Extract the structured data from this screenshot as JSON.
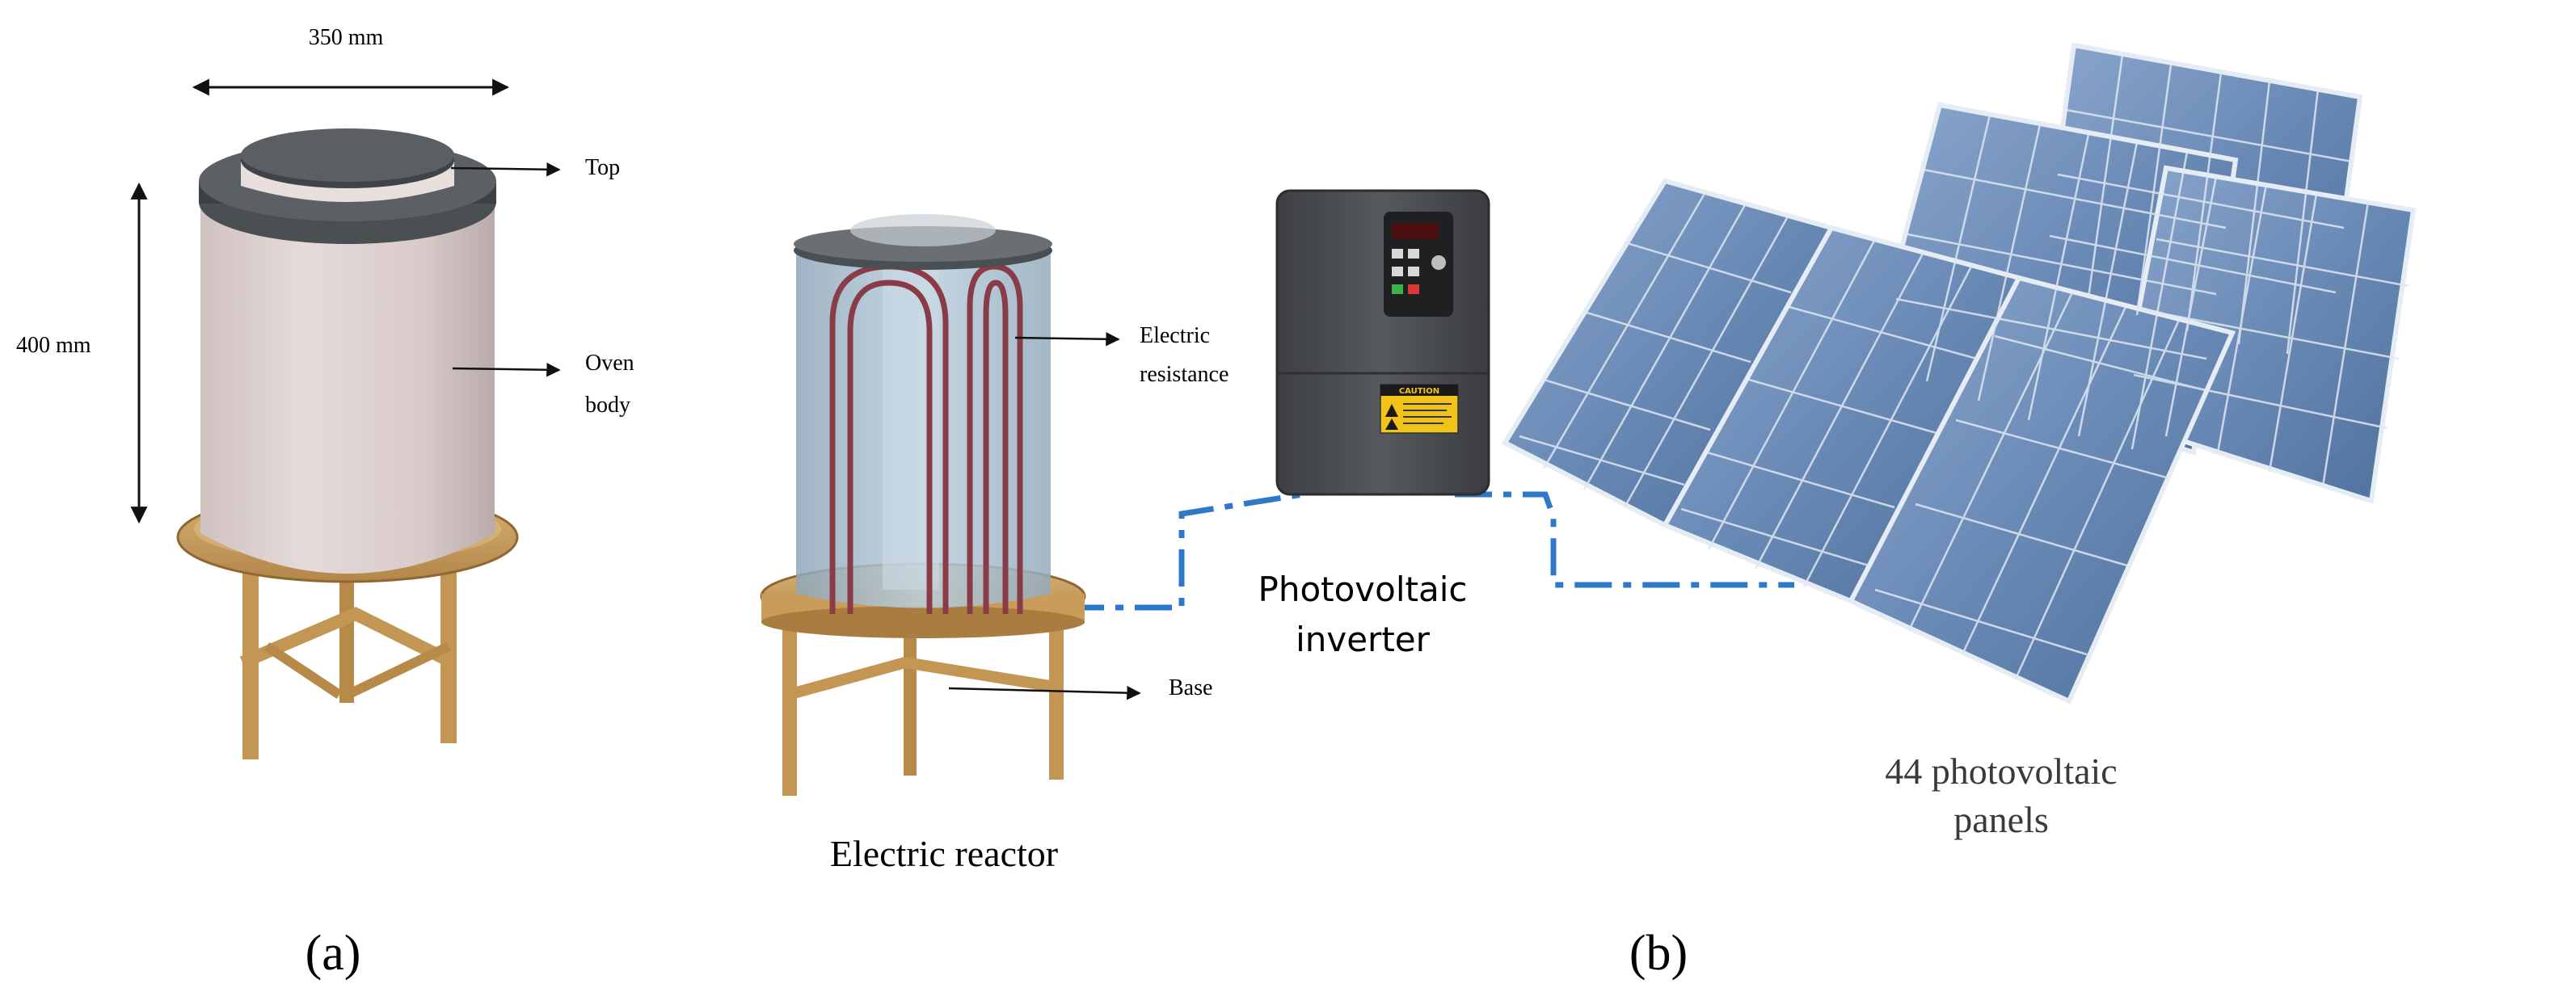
{
  "panel_a": {
    "dimension_width": "350 mm",
    "dimension_height": "400 mm",
    "label_top": "Top",
    "label_body_line1": "Oven",
    "label_body_line2": "body",
    "caption": "(a)"
  },
  "panel_b": {
    "label_resistance_line1": "Electric",
    "label_resistance_line2": "resistance",
    "label_base": "Base",
    "caption_reactor": "Electric reactor",
    "caption_inverter_line1": "Photovoltaic",
    "caption_inverter_line2": "inverter",
    "caption_panels_line1": "44 photovoltaic",
    "caption_panels_line2": "panels",
    "caution_label": "CAUTION",
    "caption": "(b)"
  },
  "colors": {
    "connection_line": "#2f78c8",
    "oven_body": "#ddd1cf",
    "oven_lid": "#3f4447",
    "stand_wood": "#c89b58",
    "glass": "#a9bfd0",
    "heating_coil": "#8a3b48",
    "inverter_body": "#4a4c4f",
    "caution_yellow": "#f2c318",
    "panel_cell": "#6f8fb8",
    "panel_frame": "#e4eaf2"
  }
}
